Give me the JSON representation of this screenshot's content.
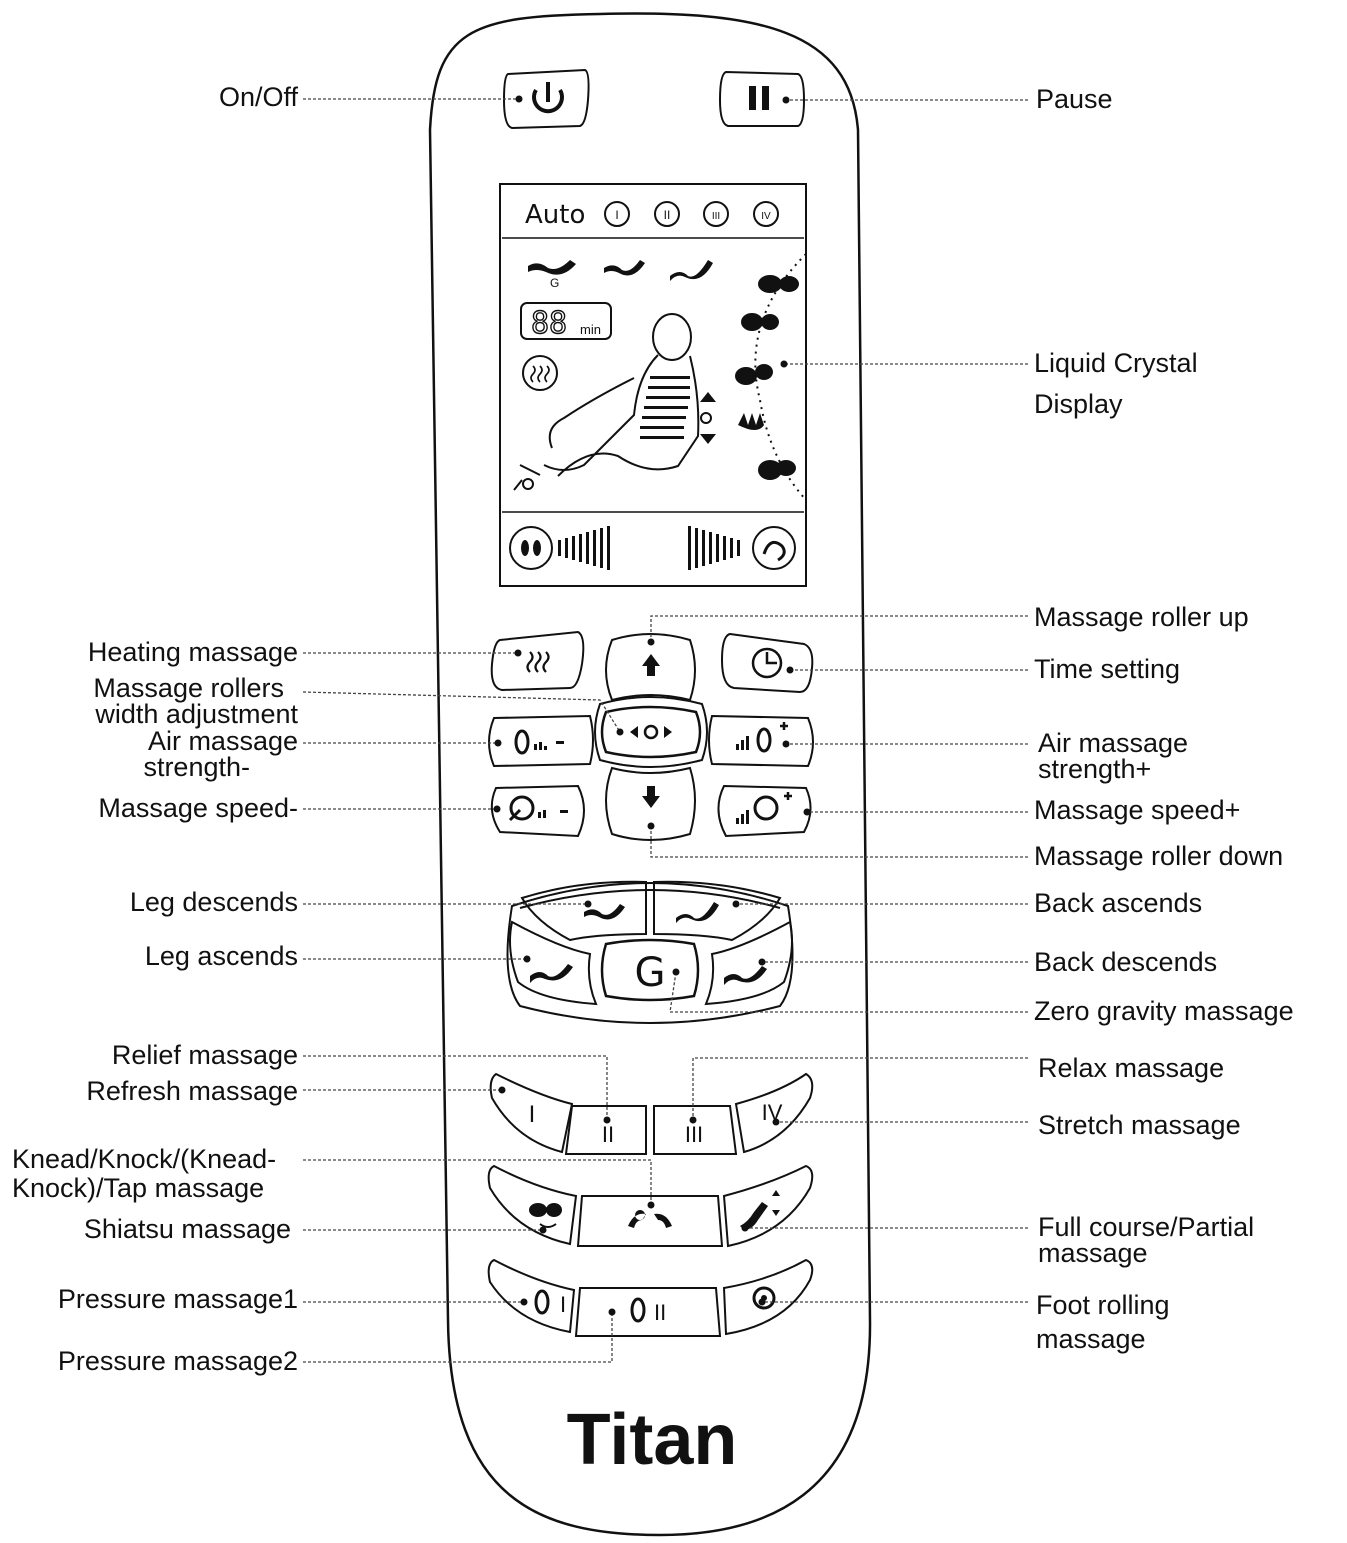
{
  "labels": {
    "on_off": "On/Off",
    "pause": "Pause",
    "lcd_line1": "Liquid Crystal",
    "lcd_line2": "Display",
    "heating": "Heating massage",
    "width_line1": "Massage rollers",
    "width_line2": "width adjustment",
    "air_minus_line1": "Air massage",
    "air_minus_line2": "strength-",
    "speed_minus": "Massage speed-",
    "roller_up": "Massage roller up",
    "time_setting": "Time setting",
    "air_plus_line1": "Air massage",
    "air_plus_line2": "strength+",
    "speed_plus": "Massage speed+",
    "roller_down": "Massage roller down",
    "leg_descends": "Leg descends",
    "leg_ascends": "Leg ascends",
    "back_ascends": "Back ascends",
    "back_descends": "Back descends",
    "zero_gravity": "Zero gravity massage",
    "relief": "Relief massage",
    "refresh": "Refresh massage",
    "relax": "Relax massage",
    "stretch": "Stretch massage",
    "knead_line1": "Knead/Knock/(Knead-",
    "knead_line2": "Knock)/Tap massage",
    "shiatsu": "Shiatsu massage",
    "full_line1": "Full course/Partial",
    "full_line2": "massage",
    "pressure1": "Pressure massage1",
    "pressure2": "Pressure massage2",
    "foot_line1": "Foot rolling",
    "foot_line2": "massage"
  },
  "display": {
    "auto": "Auto",
    "modes": [
      "I",
      "II",
      "III",
      "IV"
    ],
    "timer_digits": "88",
    "timer_unit": "min",
    "zero_g_mark": "G"
  },
  "buttons": {
    "zero_gravity": "G",
    "program_1": "I",
    "program_2": "II",
    "program_3": "III",
    "program_4": "IV",
    "pressure_1": "I",
    "pressure_2": "II"
  },
  "brand": "Titan",
  "icons": [
    "power-icon",
    "pause-icon",
    "heat-icon",
    "clock-icon",
    "arrow-up-icon",
    "arrow-down-icon",
    "width-icon",
    "air-minus-icon",
    "air-plus-icon",
    "speed-minus-icon",
    "speed-plus-icon",
    "leg-down-icon",
    "leg-up-icon",
    "back-up-icon",
    "back-down-icon",
    "shiatsu-icon",
    "knead-icon",
    "full-course-icon",
    "foot-roller-icon"
  ],
  "colors": {
    "ink": "#111111",
    "leader": "#444444",
    "background": "#ffffff"
  }
}
